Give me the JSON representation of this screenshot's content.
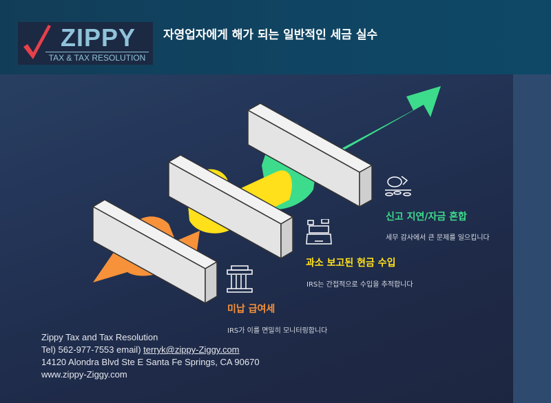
{
  "header": {
    "logo_text": "ZIPPY",
    "logo_sub": "TAX & TAX RESOLUTION",
    "title": "자영업자에게 해가 되는 일반적인 세금 실수"
  },
  "items": [
    {
      "title": "신고 지연/자금 혼합",
      "desc": "세무 감사에서 큰 문제를 일으킵니다",
      "color": "#3ddc8c",
      "icon": "piggy-bank-broken-icon"
    },
    {
      "title": "과소 보고된 현금 수입",
      "desc": "IRS는 간접적으로 수입을 추적합니다",
      "color": "#ffe01a",
      "icon": "cash-register-icon"
    },
    {
      "title": "미납 급여세",
      "desc": "IRS가 이를 면밀히 모니터링합니다",
      "color": "#f7923a",
      "icon": "government-building-icon"
    }
  ],
  "footer": {
    "company": "Zippy Tax and Tax Resolution",
    "tel": "Tel) 562-977-7553  email) ",
    "email": "terryk@zippy-Ziggy.com",
    "address": "14120 Alondra Blvd Ste E Santa Fe Springs, CA 90670",
    "website": "www.zippy-Ziggy.com"
  }
}
